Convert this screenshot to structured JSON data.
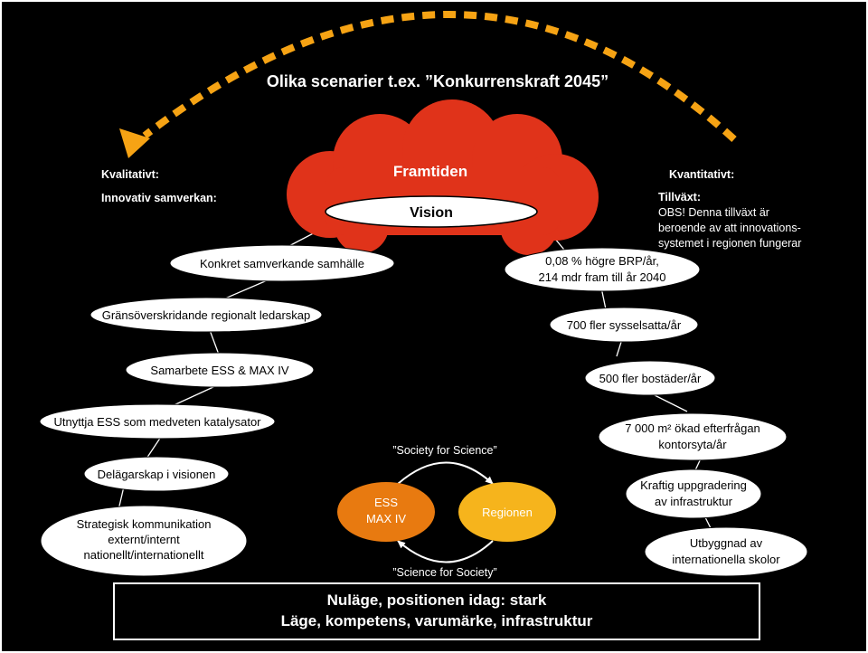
{
  "top_title": "Olika scenarier t.ex. ”Konkurrenskraft 2045”",
  "cloud": {
    "title": "Framtiden",
    "vision": "Vision"
  },
  "left_header": {
    "line1": "Kvalitativt:",
    "line2": "Innovativ samverkan:"
  },
  "right_header": {
    "line1": "Kvantitativt:",
    "line2": "Tillväxt:",
    "note_lines": [
      "OBS! Denna tillväxt är",
      "beroende av att innovations-",
      "systemet i regionen fungerar"
    ]
  },
  "left_steps": [
    {
      "lines": [
        "Konkret samverkande samhälle"
      ]
    },
    {
      "lines": [
        "Gränsöverskridande regionalt ledarskap"
      ]
    },
    {
      "lines": [
        "Samarbete ESS & MAX IV"
      ]
    },
    {
      "lines": [
        "Utnyttja ESS som medveten katalysator"
      ]
    },
    {
      "lines": [
        "Delägarskap i visionen"
      ]
    },
    {
      "lines": [
        "Strategisk kommunikation",
        "externt/internt",
        "nationellt/internationellt"
      ]
    }
  ],
  "right_steps": [
    {
      "lines": [
        "0,08 % högre BRP/år,",
        "214 mdr fram till år 2040"
      ]
    },
    {
      "lines": [
        "700 fler sysselsatta/år"
      ]
    },
    {
      "lines": [
        "500 fler bostäder/år"
      ]
    },
    {
      "lines": [
        "7 000 m² ökad efterfrågan",
        "kontorsyta/år"
      ]
    },
    {
      "lines": [
        "Kraftig uppgradering",
        "av infrastruktur"
      ]
    },
    {
      "lines": [
        "Utbyggnad av",
        "internationella skolor"
      ]
    }
  ],
  "cycle": {
    "top_label": "”Society for Science”",
    "bottom_label": "”Science for Society”",
    "left_node_lines": [
      "ESS",
      "MAX IV"
    ],
    "right_node": "Regionen"
  },
  "bottom_box": {
    "line1": "Nuläge, positionen idag: stark",
    "line2": "Läge, kompetens, varumärke, infrastruktur"
  },
  "colors": {
    "background": "#000000",
    "cloud": "#e0331a",
    "arc_dash": "#f6a314",
    "ess_node": "#e87a10",
    "region_node": "#f6b41c",
    "node_fill": "#ffffff",
    "text_light": "#ffffff"
  }
}
